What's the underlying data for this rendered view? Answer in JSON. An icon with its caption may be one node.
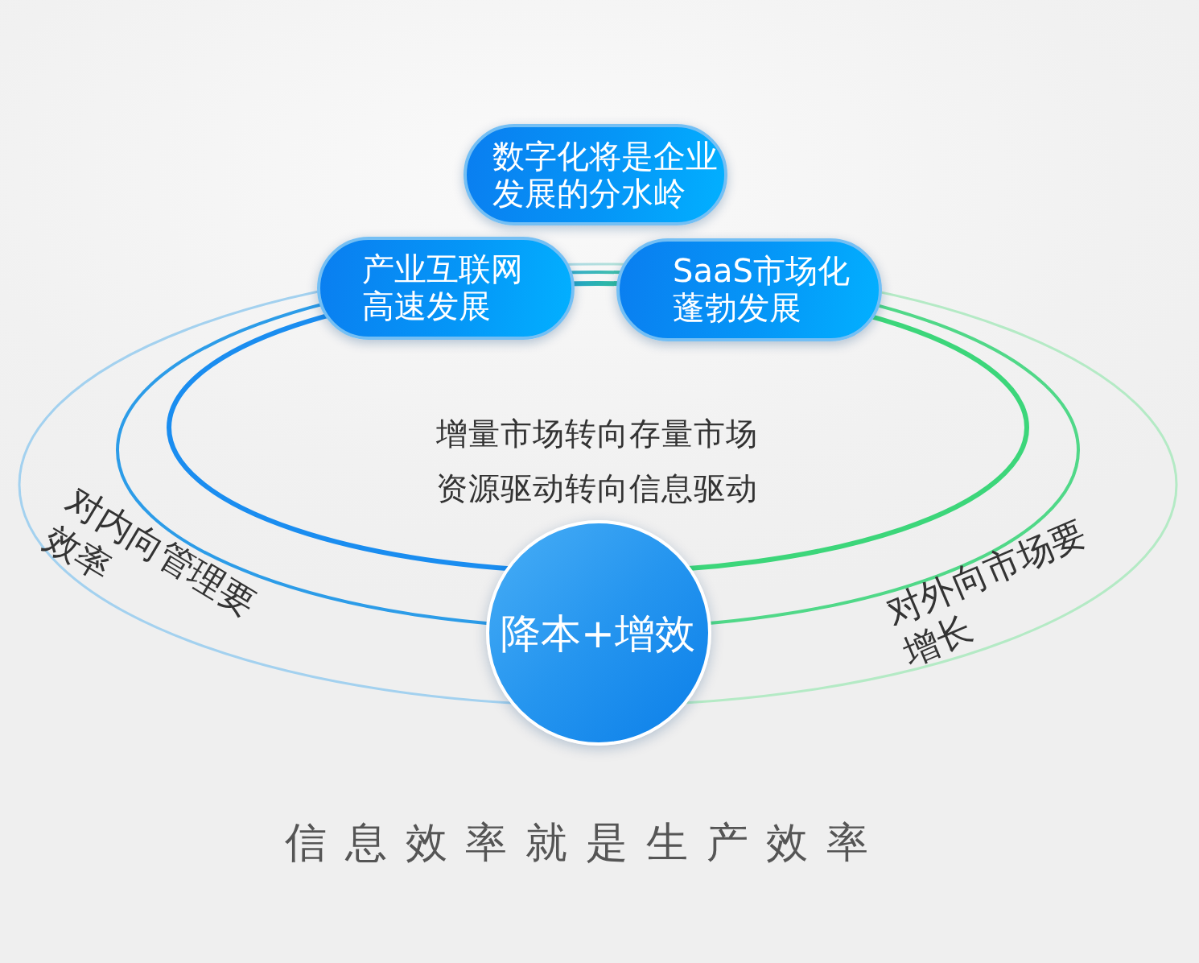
{
  "diagram": {
    "nodes": [
      {
        "text": [
          "数字化将是企业发展的分水岭"
        ]
      },
      {
        "text": [
          "产业互联网高速发展"
        ]
      },
      {
        "text": [
          "SaaS市场化蓬勃发展"
        ]
      },
      {
        "text": [
          "降本+增效"
        ]
      }
    ],
    "labels": [
      "增量市场转向存量市场",
      "资源驱动转向信息驱动",
      "对内向管理要效率",
      "对外向市场要增长"
    ],
    "caption": "信息效率就是生产效率"
  }
}
